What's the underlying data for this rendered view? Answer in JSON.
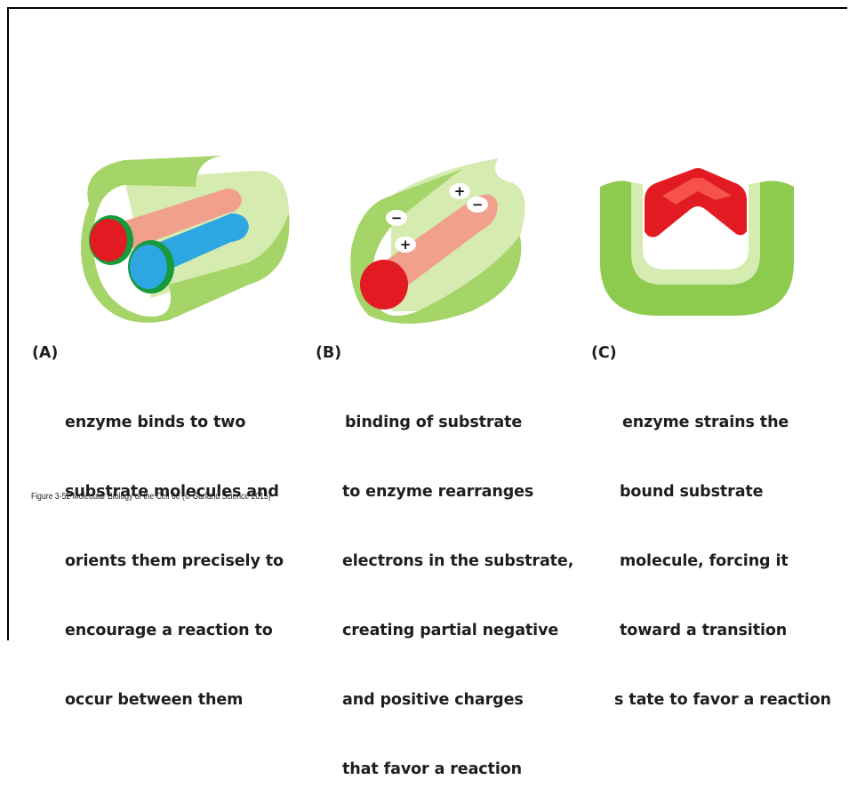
{
  "panels": [
    {
      "tag": "(A)",
      "lines": [
        "enzyme binds to two",
        "substrate molecules and",
        "orients them precisely to",
        "encourage a reaction to",
        "occur between them"
      ]
    },
    {
      "tag": "(B)",
      "lines": [
        "binding of substrate",
        "to enzyme rearranges",
        "electrons in the substrate,",
        "creating partial negative",
        "and positive charges",
        "that favor a reaction"
      ],
      "charge_symbols": [
        "+",
        "−",
        "−",
        "+"
      ]
    },
    {
      "tag": "(C)",
      "lines": [
        "enzyme strains the",
        "bound substrate",
        "molecule, forcing it",
        "toward a transition",
        "s tate to favor a reaction"
      ]
    }
  ],
  "credit": "Figure 3-52  Molecular Biology of the Cell 6e (© Garland Science 2015)",
  "colors": {
    "enzyme_light": "#d5ebb0",
    "enzyme_mid": "#8ccb4e",
    "enzyme_dark": "#179a3b",
    "substrate_red": "#e21a22",
    "substrate_salmon": "#f2a08e",
    "substrate_blue": "#2ea6e2"
  }
}
